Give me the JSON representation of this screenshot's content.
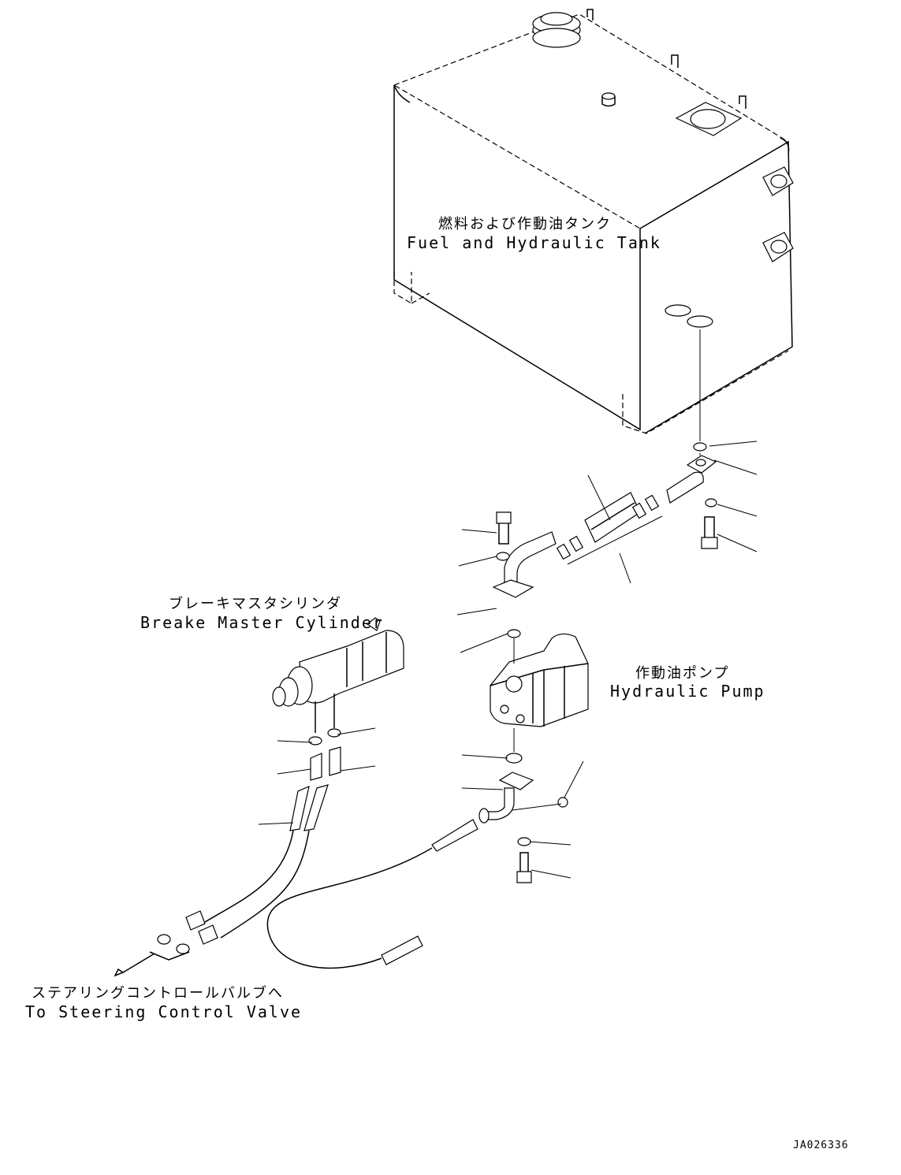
{
  "labels": {
    "tank_jp": "燃料および作動油タンク",
    "tank_en": "Fuel and Hydraulic Tank",
    "brake_jp": "ブレーキマスタシリンダ",
    "brake_en": "Breake Master Cylinder",
    "pump_jp": "作動油ポンプ",
    "pump_en": "Hydraulic Pump",
    "steering_jp": "ステアリングコントロールバルブへ",
    "steering_en": "To Steering Control Valve",
    "drawing_number": "JA026336"
  },
  "colors": {
    "line": "#000000",
    "background": "#ffffff"
  }
}
